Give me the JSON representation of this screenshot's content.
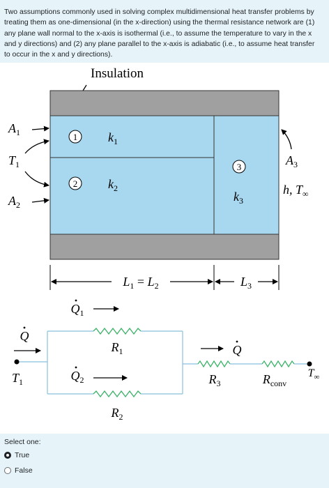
{
  "question": {
    "text": "Two assumptions commonly used in solving complex multidimensional heat transfer problems by treating them as one-dimensional (in the x-direction) using the thermal resistance network are (1) any plane wall normal to the x-axis is isothermal (i.e., to assume the temperature to vary in the x and y directions) and (2) any plane parallel to the x-axis is adiabatic (i.e., to assume heat transfer to occur in the x and y directions)."
  },
  "figure": {
    "insulation_label": "Insulation",
    "layer1_number": "1",
    "layer2_number": "2",
    "layer3_number": "3",
    "k1_base": "k",
    "k1_sub": "1",
    "k2_base": "k",
    "k2_sub": "2",
    "k3_base": "k",
    "k3_sub": "3",
    "A1_base": "A",
    "A1_sub": "1",
    "T1_base": "T",
    "T1_sub": "1",
    "A2_base": "A",
    "A2_sub": "2",
    "A3_base": "A",
    "A3_sub": "3",
    "h_T_inf_base": "h, T",
    "h_T_inf_sub": "∞",
    "L1_base": "L",
    "L1_sub": "1",
    "eq": " = ",
    "L2_base": "L",
    "L2_sub": "2",
    "L3_base": "L",
    "L3_sub": "3",
    "Q_total": "Q",
    "Q1_base": "Q",
    "Q1_sub": "1",
    "Q2_base": "Q",
    "Q2_sub": "2",
    "Q_right": "Q",
    "R1_base": "R",
    "R1_sub": "1",
    "R2_base": "R",
    "R2_sub": "2",
    "R3_base": "R",
    "R3_sub": "3",
    "Rconv_base": "R",
    "Rconv_sub": "conv",
    "T1_node_base": "T",
    "T1_node_sub": "1",
    "T_inf_node_base": "T",
    "T_inf_node_sub": "∞"
  },
  "answer": {
    "prompt": "Select one:",
    "options": [
      {
        "label": "True",
        "selected": true
      },
      {
        "label": "False",
        "selected": false
      }
    ]
  },
  "colors": {
    "panel_bg": "#e6f3f8",
    "layer_fill": "#a8d8f0",
    "insulation_fill": "#a0a0a0",
    "resistor_green": "#3db36a",
    "circuit_line": "#88c0dc"
  }
}
